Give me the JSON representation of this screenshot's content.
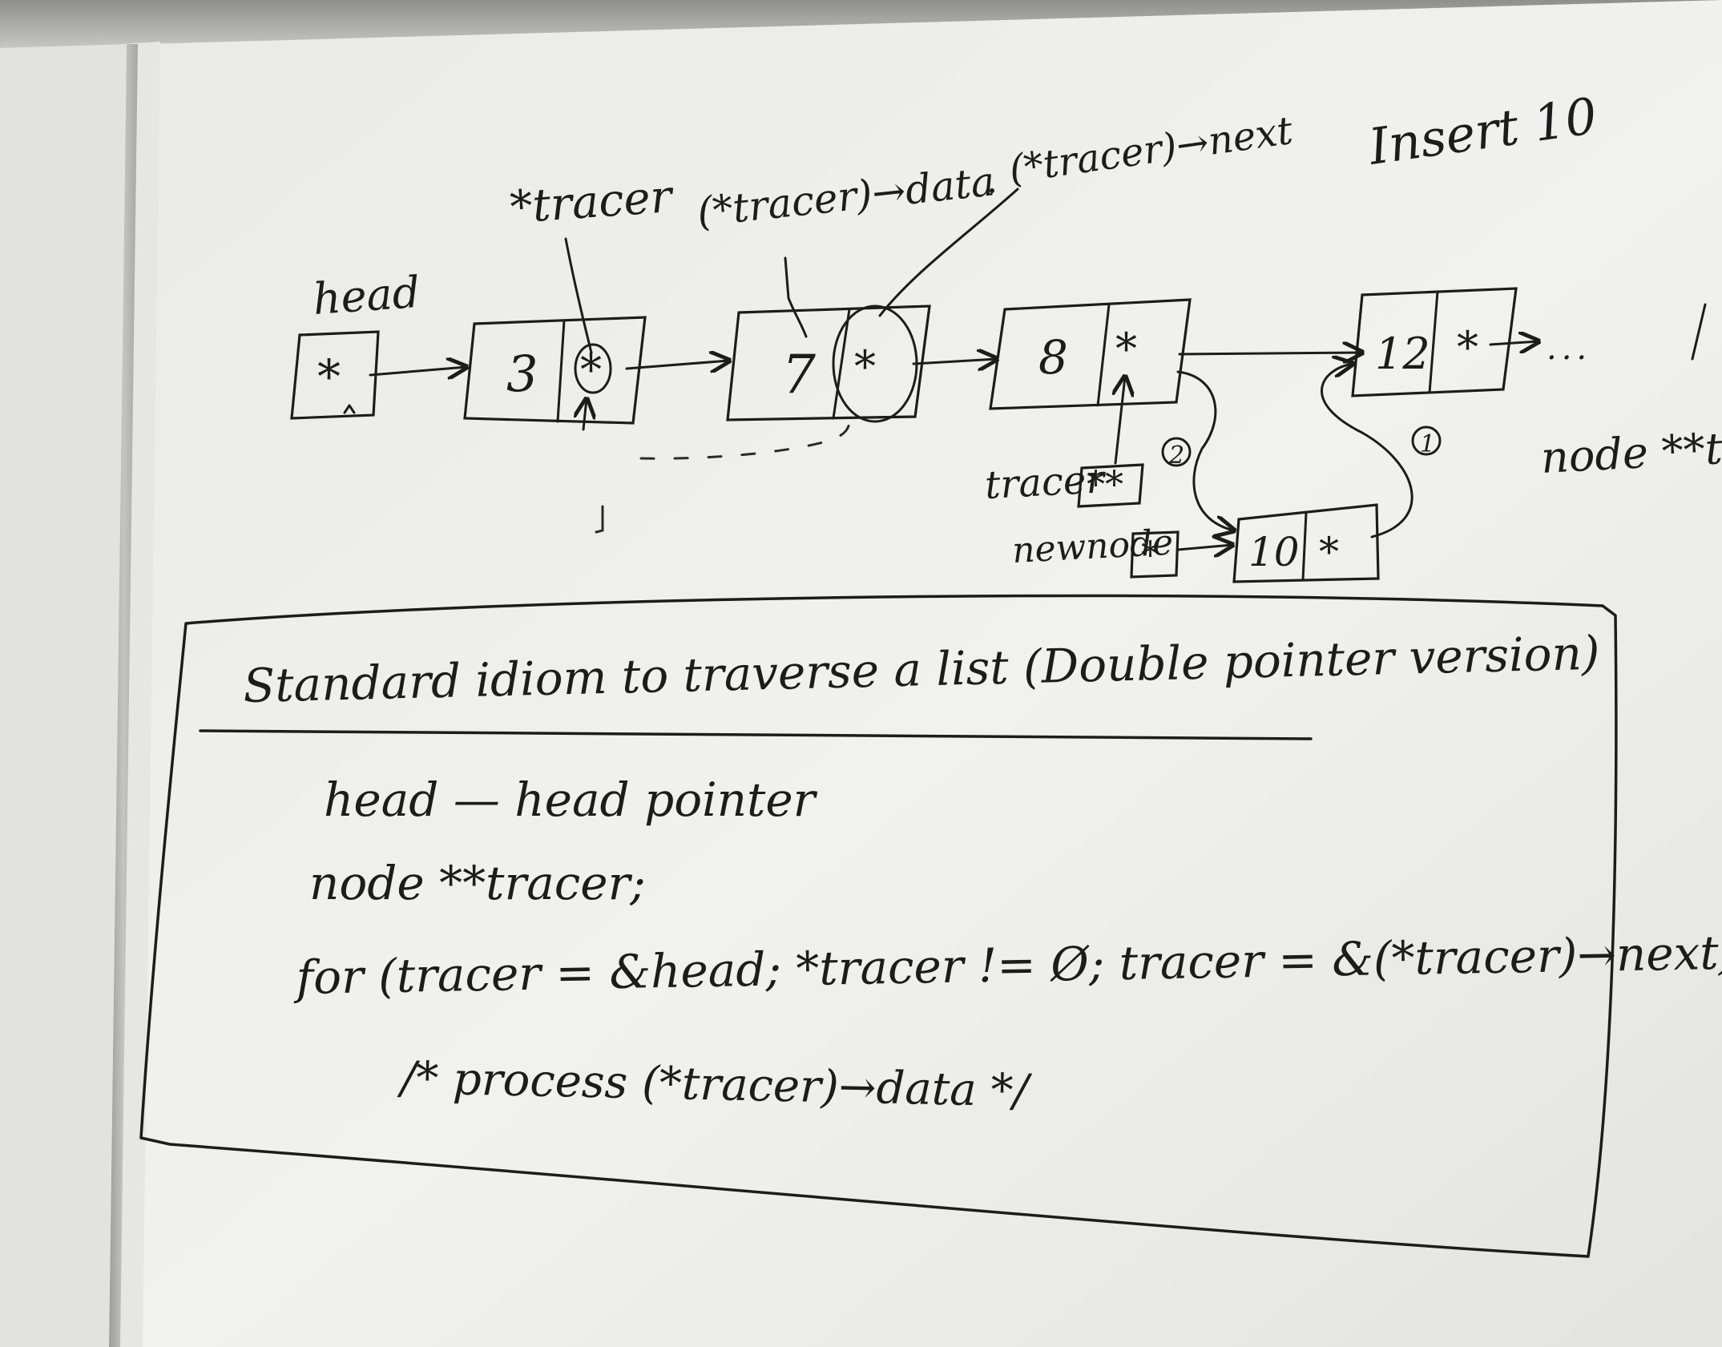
{
  "diagram": {
    "top_label": "Insert 10",
    "labels": {
      "head": "head",
      "star_tracer": "*tracer",
      "tracer_data": "(*tracer)→data",
      "tracer_next": "(*tracer)→next",
      "tracer": "tracer",
      "newnode": "newnode",
      "node_tracer_partial": "node **tr"
    },
    "head_box": {
      "ptr": "*"
    },
    "nodes": [
      {
        "data": "3",
        "next": "*"
      },
      {
        "data": "7",
        "next": "*"
      },
      {
        "data": "8",
        "next": "*"
      },
      {
        "data": "12",
        "next": "*"
      }
    ],
    "new_node": {
      "data": "10",
      "next": "*"
    },
    "tracer_box": "**",
    "newnode_box": "*",
    "ellipsis": "...",
    "step_labels": {
      "step_one": "1",
      "step_two": "2"
    }
  },
  "idiom_box": {
    "heading": "Standard idiom to traverse a list (Double pointer version)",
    "lines": [
      "head  —  head pointer",
      "node **tracer;",
      "for (tracer = &head; *tracer != Ø; tracer = &(*tracer)→next)",
      "/* process  (*tracer)→data */"
    ]
  }
}
